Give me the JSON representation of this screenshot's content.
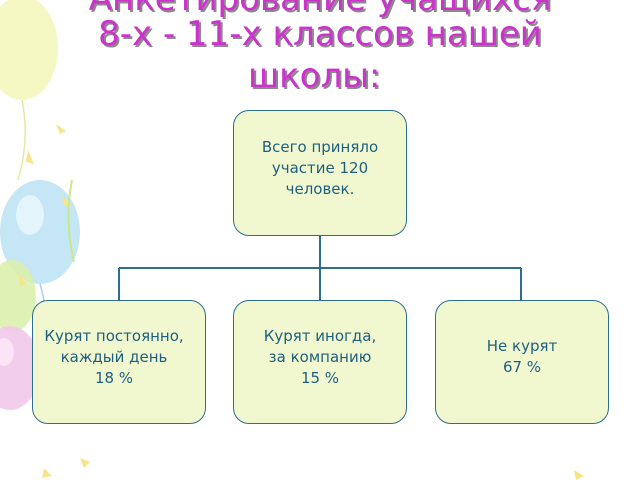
{
  "title": {
    "line1": "Анкетирование учащихся",
    "line2": "8-х - 11-х классов нашей",
    "line3": "школы:"
  },
  "diagram": {
    "root": "Всего приняло\nучастие 120\nчеловек.",
    "children": [
      {
        "text": "Курят постоянно,\nкаждый день\n18 %"
      },
      {
        "text": "Курят иногда,\nза компанию\n15 %"
      },
      {
        "text": "Не курят\n67 %"
      }
    ]
  },
  "colors": {
    "title": "#cc33cc",
    "node_fill": "#f1f8d0",
    "node_border": "#2d6d8f",
    "node_text": "#1e5f80",
    "connector": "#2d6d8f"
  }
}
